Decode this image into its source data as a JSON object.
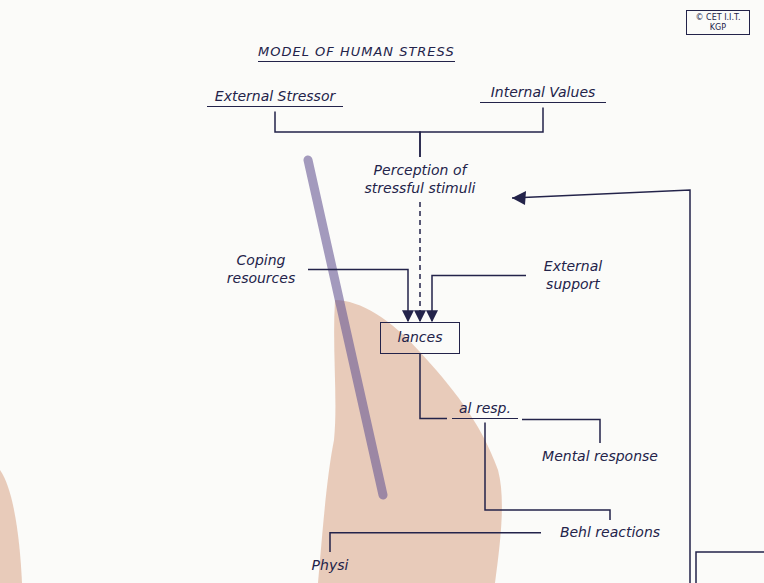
{
  "diagram": {
    "title": "MODEL OF HUMAN STRESS",
    "nodes": [
      {
        "text": [
          "External Stressor"
        ]
      },
      {
        "text": [
          "Internal Values"
        ]
      },
      {
        "text": [
          "Perception of stressful stimuli"
        ]
      },
      {
        "text": [
          "Coping resources"
        ]
      },
      {
        "text": [
          "External support"
        ]
      },
      {
        "text": [
          "lances"
        ]
      },
      {
        "text": [
          "al resp."
        ]
      },
      {
        "text": [
          "Mental response"
        ]
      },
      {
        "text": [
          "Behl reactions"
        ]
      },
      {
        "text": [
          "Physi"
        ]
      }
    ],
    "edges": [
      {
        "from": 0,
        "to": 2,
        "arrow": "none"
      },
      {
        "from": 1,
        "to": 2,
        "arrow": "none"
      },
      {
        "from": 2,
        "to": 5,
        "arrow": "to"
      },
      {
        "from": 3,
        "to": 5,
        "arrow": "to"
      },
      {
        "from": 4,
        "to": 5,
        "arrow": "to"
      },
      {
        "from": 5,
        "to": 6,
        "arrow": "none"
      },
      {
        "from": 6,
        "to": 7,
        "arrow": "none"
      },
      {
        "from": 6,
        "to": 8,
        "arrow": "none"
      },
      {
        "from": 8,
        "to": 9,
        "arrow": "none"
      }
    ],
    "labels": [
      "© CET I.I.T. KGP"
    ]
  }
}
